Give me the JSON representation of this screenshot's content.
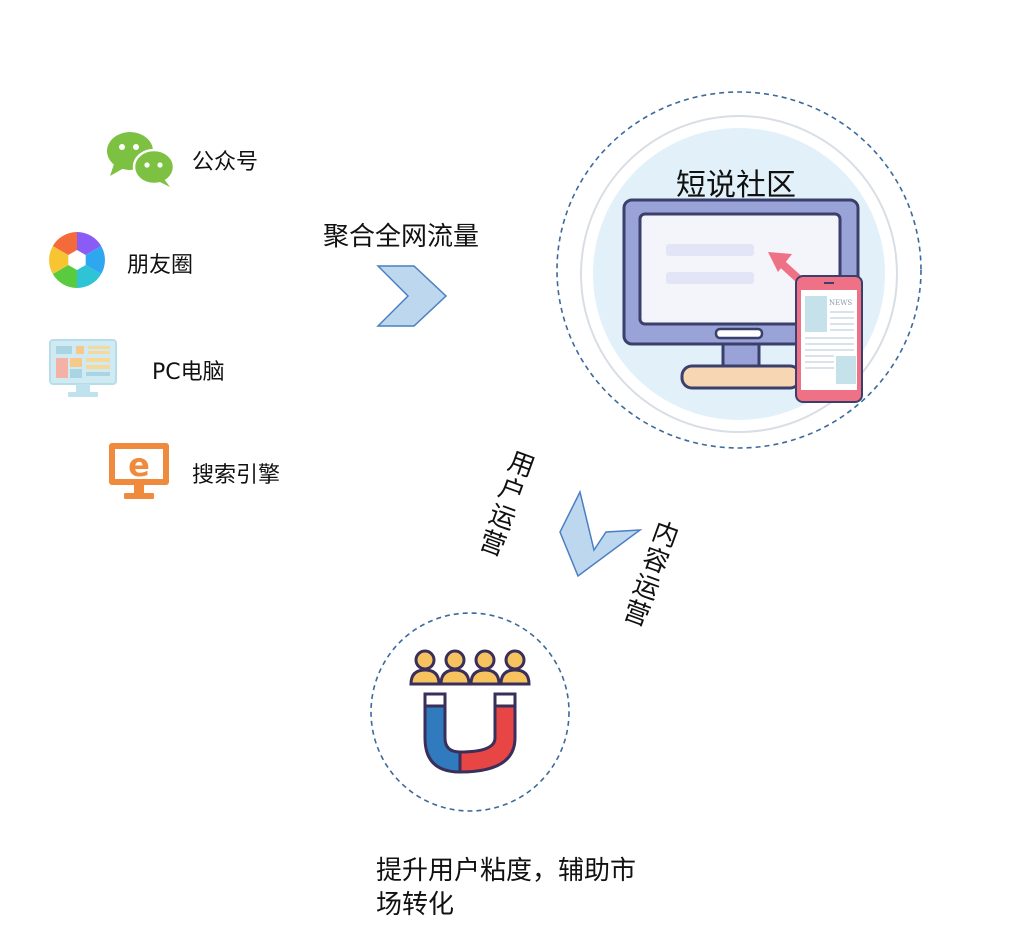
{
  "sources": [
    {
      "label": "公众号",
      "icon": "wechat-icon"
    },
    {
      "label": "朋友圈",
      "icon": "moments-aperture-icon"
    },
    {
      "label": "PC电脑",
      "icon": "pc-dashboard-icon"
    },
    {
      "label": "搜索引擎",
      "icon": "ie-browser-icon"
    }
  ],
  "flow": {
    "aggregate_label": "聚合全网流量",
    "user_ops": [
      "用",
      "户",
      "运",
      "营"
    ],
    "content_ops": [
      "内",
      "容",
      "运",
      "营"
    ]
  },
  "hub": {
    "title": "短说社区",
    "phone_badge": "NEWS",
    "icon": "monitor-phone-icon"
  },
  "result": {
    "text": "提升用户粘度，辅助市场转化",
    "icon": "magnet-users-icon"
  },
  "colors": {
    "arrow_fill": "#bdd7ee",
    "arrow_stroke": "#4a7fc1",
    "circle_dash": "#3c6a9a",
    "monitor": "#9aa3d8",
    "magnet_blue": "#2f7bbd",
    "magnet_red": "#e84545"
  }
}
